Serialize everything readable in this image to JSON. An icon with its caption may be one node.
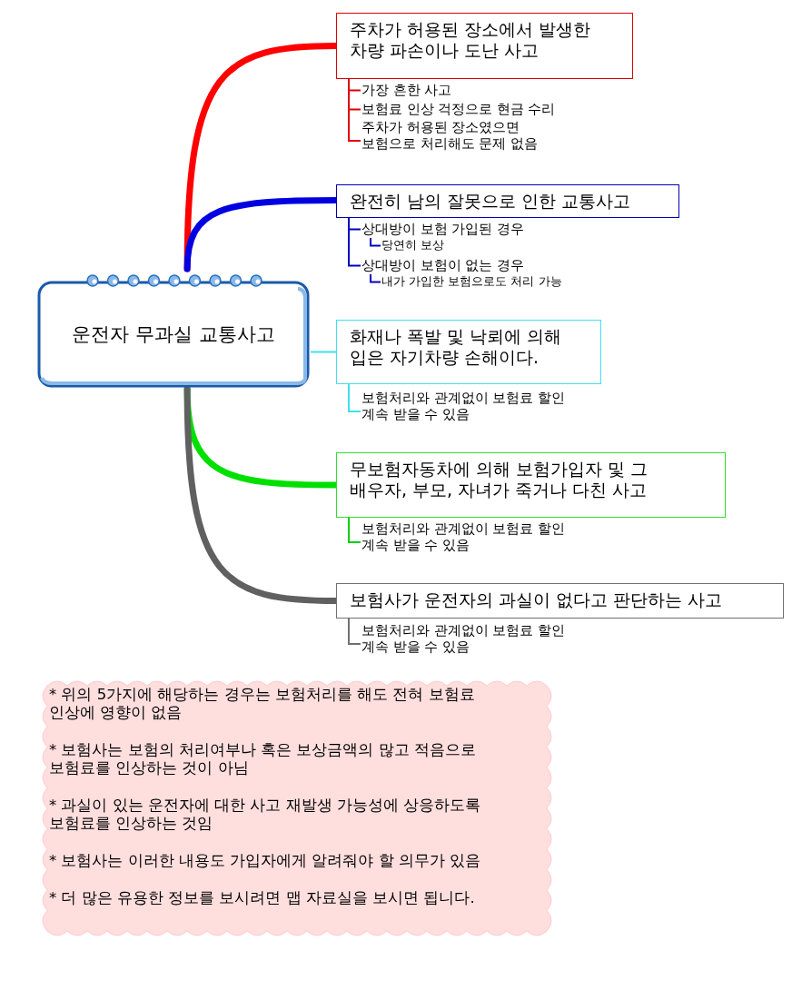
{
  "diagram": {
    "nodes": [
      {
        "text": [
          "운전자 무과실 교통사고"
        ]
      },
      {
        "text": [
          "주차가 허용된 장소에서 발생한 차량 파손이나 도난 사고"
        ]
      },
      {
        "text": [
          "가장 흔한 사고"
        ]
      },
      {
        "text": [
          "보험료 인상 걱정으로 현금 수리"
        ]
      },
      {
        "text": [
          "주차가 허용된 장소였으면 보험으로 처리해도 문제 없음"
        ]
      },
      {
        "text": [
          "완전히 남의 잘못으로 인한 교통사고"
        ]
      },
      {
        "text": [
          "상대방이 보험 가입된 경우"
        ]
      },
      {
        "text": [
          "당연히 보상"
        ]
      },
      {
        "text": [
          "상대방이 보험이 없는 경우"
        ]
      },
      {
        "text": [
          "내가 가입한 보험으로도 처리 가능"
        ]
      },
      {
        "text": [
          "화재나 폭발 및 낙뢰에 의해 입은 자기차량 손해이다."
        ]
      },
      {
        "text": [
          "보험처리와 관계없이 보험료 할인 계속 받을 수 있음"
        ]
      },
      {
        "text": [
          "무보험자동차에 의해 보험가입자 및 그 배우자, 부모, 자녀가 죽거나 다친 사고"
        ]
      },
      {
        "text": [
          "보험처리와 관계없이 보험료 할인 계속 받을 수 있음"
        ]
      },
      {
        "text": [
          "보험사가 운전자의 과실이 없다고 판단하는 사고"
        ]
      },
      {
        "text": [
          "보험처리와 관계없이 보험료 할인 계속 받을 수 있음"
        ]
      },
      {
        "text": [
          "* 위의 5가지에 해당하는 경우는 보험처리를 해도 전혀 보험료 인상에 영향이 없음",
          "* 보험사는 보험의 처리여부나 혹은 보상금액의 많고 적음으로 보험료를 인상하는 것이 아님",
          "* 과실이 있는 운전자에 대한 사고 재발생 가능성에 상응하도록 보험료를 인상하는 것임",
          "* 보험사는 이러한 내용도 가입자에게 알려줘야 할 의무가 있음",
          "* 더 많은 유용한 정보를 보시려면 맵 자료실을 보시면 됩니다."
        ]
      }
    ],
    "edges": [
      {
        "from": 0,
        "to": 1,
        "arrow": "none",
        "style": "thick",
        "color": "#ff0000"
      },
      {
        "from": 1,
        "to": 2,
        "arrow": "none",
        "color": "#e00000"
      },
      {
        "from": 1,
        "to": 3,
        "arrow": "none",
        "color": "#e00000"
      },
      {
        "from": 1,
        "to": 4,
        "arrow": "none",
        "color": "#e00000"
      },
      {
        "from": 0,
        "to": 5,
        "arrow": "none",
        "style": "thick",
        "color": "#0000e0"
      },
      {
        "from": 5,
        "to": 6,
        "arrow": "none",
        "color": "#0000c0"
      },
      {
        "from": 6,
        "to": 7,
        "arrow": "none",
        "color": "#0000c0"
      },
      {
        "from": 5,
        "to": 8,
        "arrow": "none",
        "color": "#0000c0"
      },
      {
        "from": 8,
        "to": 9,
        "arrow": "none",
        "color": "#0000c0"
      },
      {
        "from": 0,
        "to": 10,
        "arrow": "none",
        "color": "#40e0f0"
      },
      {
        "from": 10,
        "to": 11,
        "arrow": "none",
        "color": "#40e0f0"
      },
      {
        "from": 0,
        "to": 12,
        "arrow": "none",
        "style": "thick",
        "color": "#00e000"
      },
      {
        "from": 12,
        "to": 13,
        "arrow": "none",
        "color": "#00d000"
      },
      {
        "from": 0,
        "to": 14,
        "arrow": "none",
        "style": "thick",
        "color": "#606060"
      },
      {
        "from": 14,
        "to": 15,
        "arrow": "none",
        "color": "#707070"
      }
    ]
  }
}
